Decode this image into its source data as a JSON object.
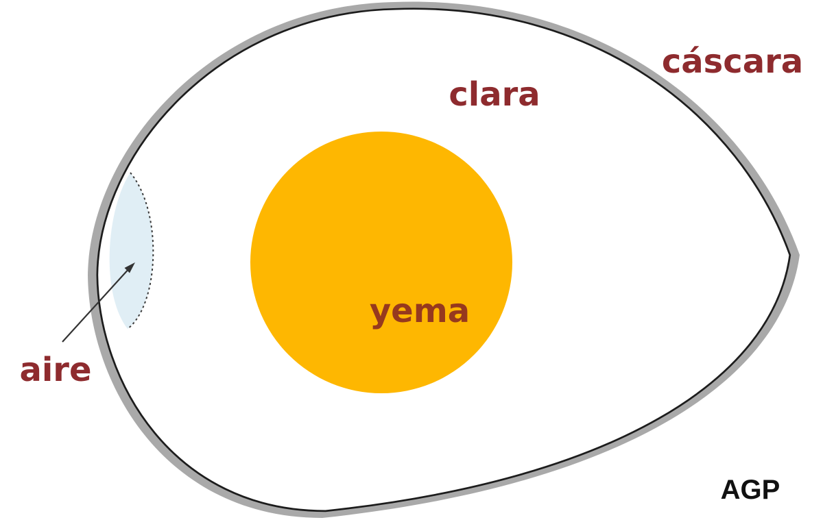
{
  "diagram": {
    "labels": {
      "shell": "cáscara",
      "egg_white": "clara",
      "yolk": "yema",
      "air_cell": "aire",
      "signature": "AGP"
    },
    "colors": {
      "background": "#FFFFFF",
      "shell_gray": "#A9A9A9",
      "outline_black": "#1C1C1C",
      "egg_white_fill": "#FFFFFF",
      "yolk_fill": "#FEB701",
      "air_cell_fill": "#E0EEF5",
      "air_cell_dash": "#3A3A3A",
      "label_red": "#8E2B2E",
      "yolk_label_red": "#96391E",
      "signature_black": "#111111",
      "arrow_color": "#333333"
    }
  }
}
